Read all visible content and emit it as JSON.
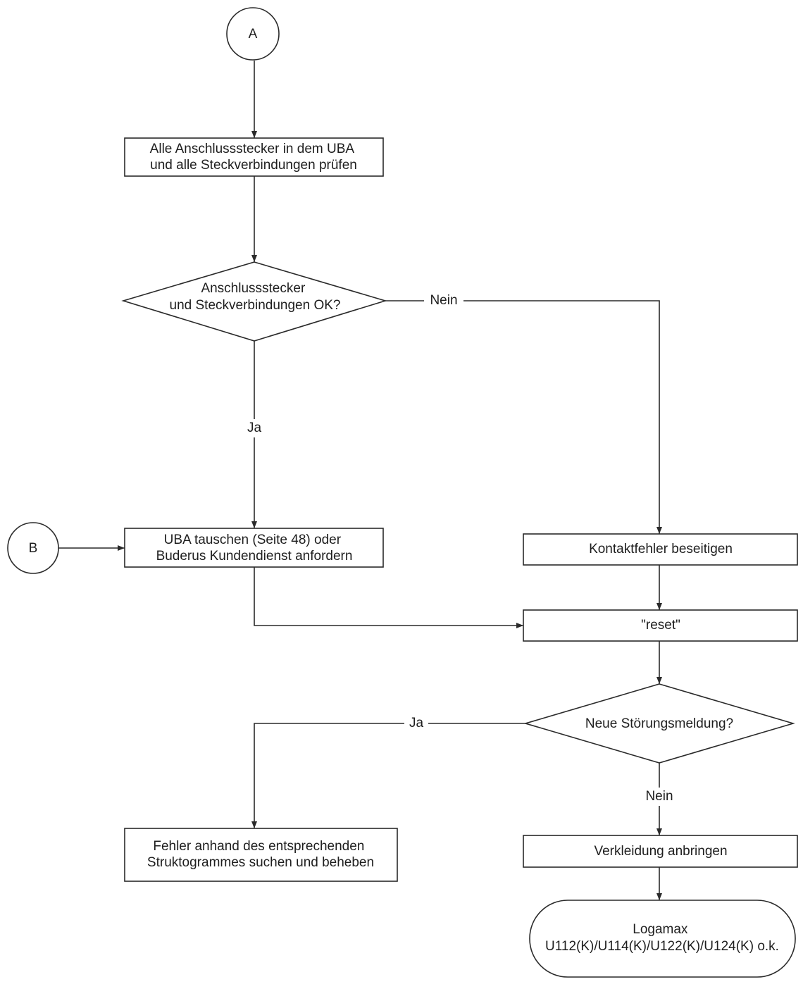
{
  "connectors": {
    "a": "A",
    "b": "B"
  },
  "steps": {
    "check_connectors": [
      "Alle Anschlussstecker in dem UBA",
      "und alle Steckverbindungen prüfen"
    ],
    "connectors_ok_question": [
      "Anschlussstecker",
      "und Steckverbindungen OK?"
    ],
    "replace_uba": [
      "UBA tauschen (Seite 48)  oder",
      "Buderus Kundendienst anfordern"
    ],
    "fix_contact_fault": "Kontaktfehler beseitigen",
    "reset": "\"reset\"",
    "new_fault_question": "Neue Störungsmeldung?",
    "find_fault": [
      "Fehler anhand des entsprechenden",
      "Struktogrammes suchen und beheben"
    ],
    "attach_casing": "Verkleidung anbringen",
    "end_ok": [
      "Logamax",
      "U112(K)/U114(K)/U122(K)/U124(K) o.k."
    ]
  },
  "edge_labels": {
    "q1_no": "Nein",
    "q1_yes": "Ja",
    "q2_yes": "Ja",
    "q2_no": "Nein"
  }
}
